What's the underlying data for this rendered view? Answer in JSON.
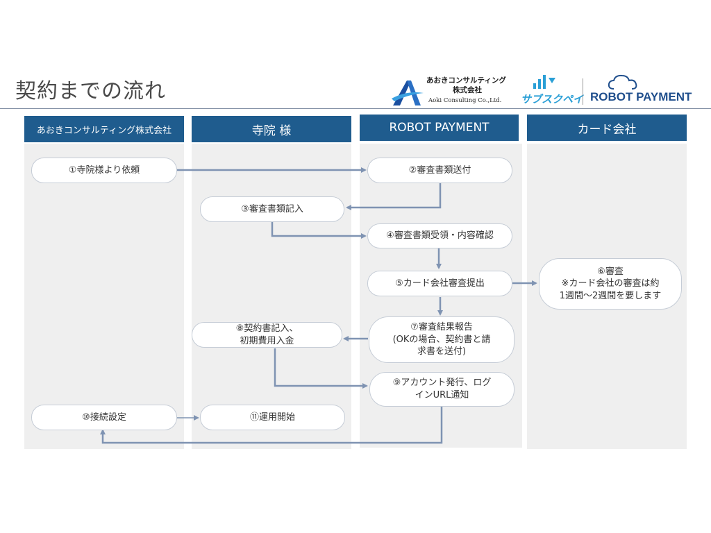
{
  "page": {
    "title": "契約までの流れ"
  },
  "logos": {
    "aoki": {
      "line1": "あおきコンサルティング",
      "line2": "株式会社",
      "line3": "Aoki Consulting Co.,Ltd."
    },
    "subscpay": "サブスクペイ",
    "robot_payment": "ROBOT PAYMENT"
  },
  "lanes": [
    {
      "label": "あおきコンサルティング株式会社"
    },
    {
      "label": "寺院 様"
    },
    {
      "label": "ROBOT PAYMENT"
    },
    {
      "label": "カード会社"
    }
  ],
  "steps": {
    "s1": [
      "①寺院様より依頼"
    ],
    "s2": [
      "②審査書類送付"
    ],
    "s3": [
      "③審査書類記入"
    ],
    "s4": [
      "④審査書類受領・内容確認"
    ],
    "s5": [
      "⑤カード会社審査提出"
    ],
    "s6": [
      "⑥審査",
      "※カード会社の審査は約",
      "1週間〜2週間を要します"
    ],
    "s7": [
      "⑦審査結果報告",
      "(OKの場合、契約書と請",
      "求書を送付)"
    ],
    "s8": [
      "⑧契約書記入、",
      "初期費用入金"
    ],
    "s9": [
      "⑨アカウント発行、ログ",
      "インURL通知"
    ],
    "s10": [
      "⑩接続設定"
    ],
    "s11": [
      "⑪運用開始"
    ]
  },
  "colors": {
    "lane_header": "#1f5c8e",
    "lane_bg": "#efefef",
    "arrow": "#7f93b2",
    "box_border": "#c5ccd6"
  }
}
